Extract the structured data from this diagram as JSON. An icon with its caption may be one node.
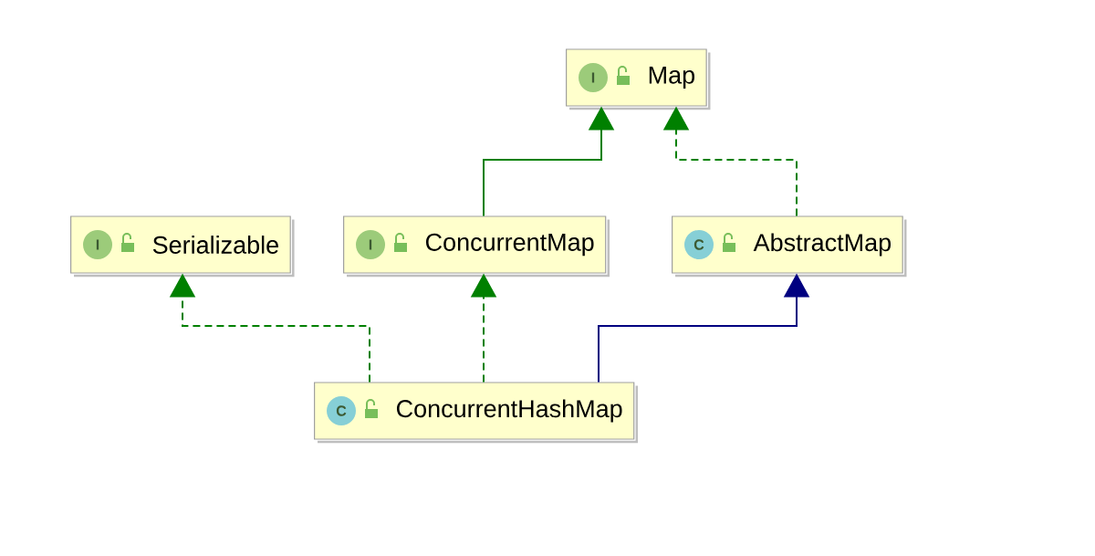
{
  "diagram": {
    "nodes": [
      {
        "text": [
          "I",
          "Map"
        ]
      },
      {
        "text": [
          "I",
          "Serializable"
        ]
      },
      {
        "text": [
          "I",
          "ConcurrentMap"
        ]
      },
      {
        "text": [
          "C",
          "AbstractMap"
        ]
      },
      {
        "text": [
          "C",
          "ConcurrentHashMap"
        ]
      }
    ],
    "edges": [
      {
        "from": 2,
        "to": 0,
        "arrow": "to"
      },
      {
        "from": 3,
        "to": 0,
        "arrow": "to",
        "style": "dashed"
      },
      {
        "from": 4,
        "to": 1,
        "arrow": "to",
        "style": "dashed"
      },
      {
        "from": 4,
        "to": 2,
        "arrow": "to",
        "style": "dashed"
      },
      {
        "from": 4,
        "to": 3,
        "arrow": "to",
        "color": "#000080"
      }
    ]
  }
}
